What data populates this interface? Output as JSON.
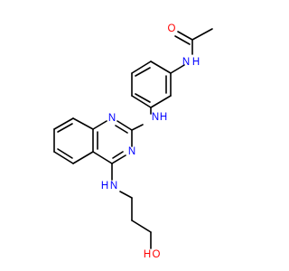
{
  "molecule": {
    "atoms": {
      "o_amide": {
        "label": "O",
        "color": "#ff0000"
      },
      "n_amide": {
        "label": "N",
        "sub": "H",
        "color": "#0000ff"
      },
      "n_link": {
        "label": "N",
        "sub": "H",
        "color": "#0000ff"
      },
      "n1_quin": {
        "label": "N",
        "color": "#0000ff"
      },
      "n3_quin": {
        "label": "N",
        "color": "#0000ff"
      },
      "n_amine": {
        "label": "N",
        "sub": "H",
        "color": "#0000ff"
      },
      "o_hydroxyl": {
        "label": "O",
        "prefix": "H",
        "color": "#ff0000"
      }
    }
  }
}
